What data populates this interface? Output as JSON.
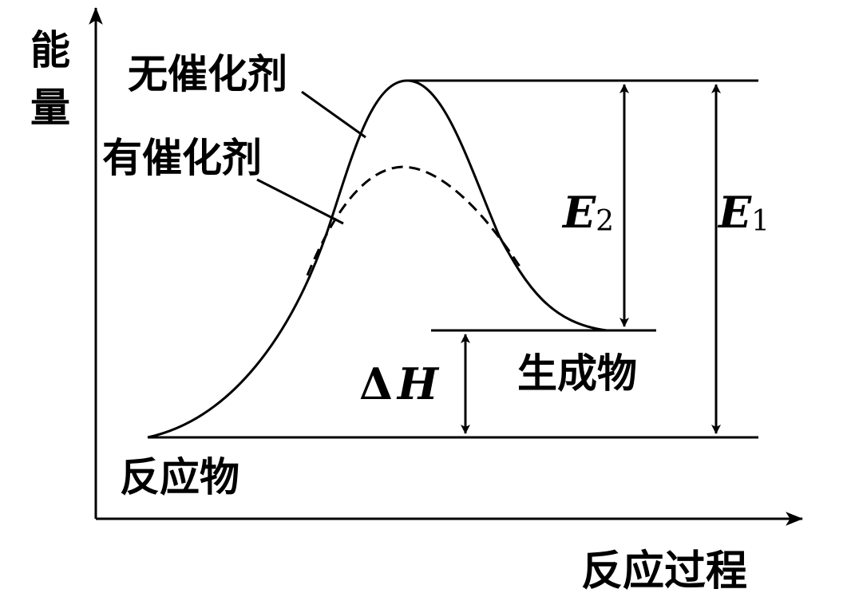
{
  "axes": {
    "y_label": "能量",
    "x_label": "反应过程"
  },
  "curves": {
    "uncatalyzed_label": "无催化剂",
    "catalyzed_label": "有催化剂"
  },
  "levels": {
    "reactant_label": "反应物",
    "product_label": "生成物"
  },
  "energies": {
    "e2_symbol": "E",
    "e2_subscript": "2",
    "e1_symbol": "E",
    "e1_subscript": "1",
    "dh_delta": "Δ",
    "dh_symbol": "H"
  },
  "colors": {
    "line": "#000000",
    "background": "#ffffff"
  }
}
